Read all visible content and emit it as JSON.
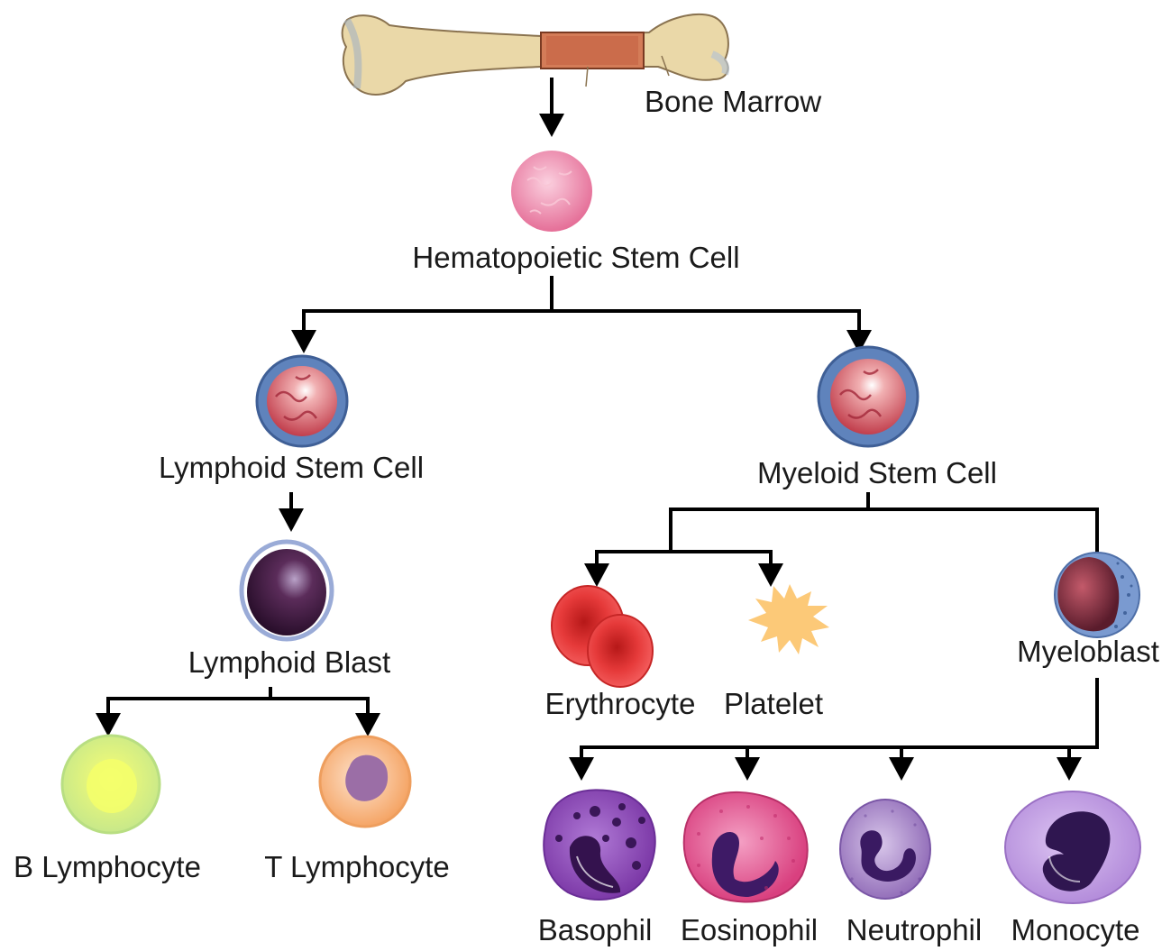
{
  "labels": {
    "bone_marrow": "Bone Marrow",
    "hematopoietic_stem_cell": "Hematopoietic Stem Cell",
    "lymphoid_stem_cell": "Lymphoid Stem Cell",
    "myeloid_stem_cell": "Myeloid Stem Cell",
    "lymphoid_blast": "Lymphoid Blast",
    "b_lymphocyte": "B Lymphocyte",
    "t_lymphocyte": "T Lymphocyte",
    "erythrocyte": "Erythrocyte",
    "platelet": "Platelet",
    "myeloblast": "Myeloblast",
    "basophil": "Basophil",
    "eosinophil": "Eosinophil",
    "neutrophil": "Neutrophil",
    "monocyte": "Monocyte"
  },
  "colors": {
    "arrow": "#000000",
    "bone": "#e8d6a8",
    "marrow": "#c96a4a",
    "stem_cell": "#ee7fa4",
    "progenitor_ring": "#5a7fb8",
    "lymphoid_blast": "#4a1e44",
    "b_lymphocyte": "#d6ef9a",
    "t_lymphocyte": "#f7b37c",
    "erythrocyte": "#e03838",
    "platelet": "#fcc978",
    "basophil": "#8d4fb8",
    "eosinophil": "#e45f97",
    "neutrophil": "#a884c8",
    "monocyte": "#c6a4e6"
  }
}
